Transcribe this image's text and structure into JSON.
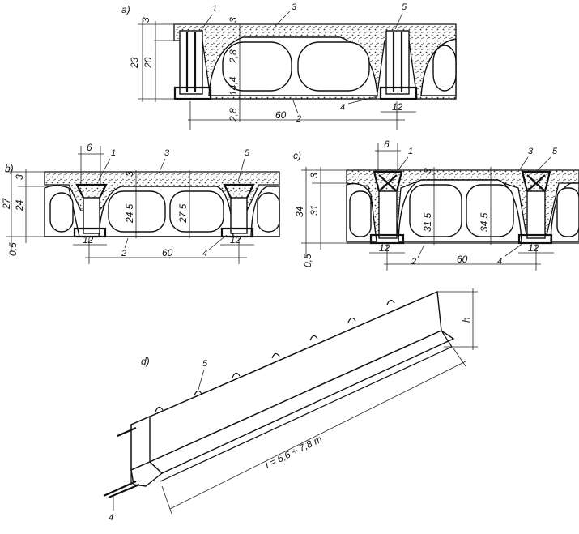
{
  "panel_a": {
    "letter": "a)",
    "dims": {
      "top": "3",
      "h1": "23",
      "h2": "20",
      "core_top": "2,8",
      "core_h": "14,4",
      "bottom": "2,8",
      "width": "60",
      "rib": "12"
    },
    "callouts": {
      "c1": "1",
      "c2": "2",
      "c3": "3",
      "c3b": "3",
      "c4": "4",
      "c5": "5"
    }
  },
  "panel_b": {
    "letter": "b)",
    "dims": {
      "top": "3",
      "h1": "27",
      "h2": "24",
      "bottom": "0,5",
      "w6": "6",
      "core_h": "24,5",
      "total_h": "27,5",
      "rib_l": "12",
      "rib_r": "12",
      "width": "60",
      "top3": "3"
    },
    "callouts": {
      "c1": "1",
      "c2": "2",
      "c3": "3",
      "c4": "4",
      "c5": "5"
    }
  },
  "panel_c": {
    "letter": "c)",
    "dims": {
      "top": "3",
      "h1": "34",
      "h2": "31",
      "bottom": "0,5",
      "w6": "6",
      "core_h": "31,5",
      "total_h": "34,5",
      "rib_l": "12",
      "rib_r": "12",
      "width": "60",
      "top3": "3"
    },
    "callouts": {
      "c1": "1",
      "c2": "2",
      "c3": "3",
      "c4": "4",
      "c5": "5"
    }
  },
  "panel_d": {
    "letter": "d)",
    "height_label": "h",
    "length_label": "l = 6,6 ÷ 7,8 m",
    "callouts": {
      "c4": "4",
      "c5": "5"
    }
  }
}
